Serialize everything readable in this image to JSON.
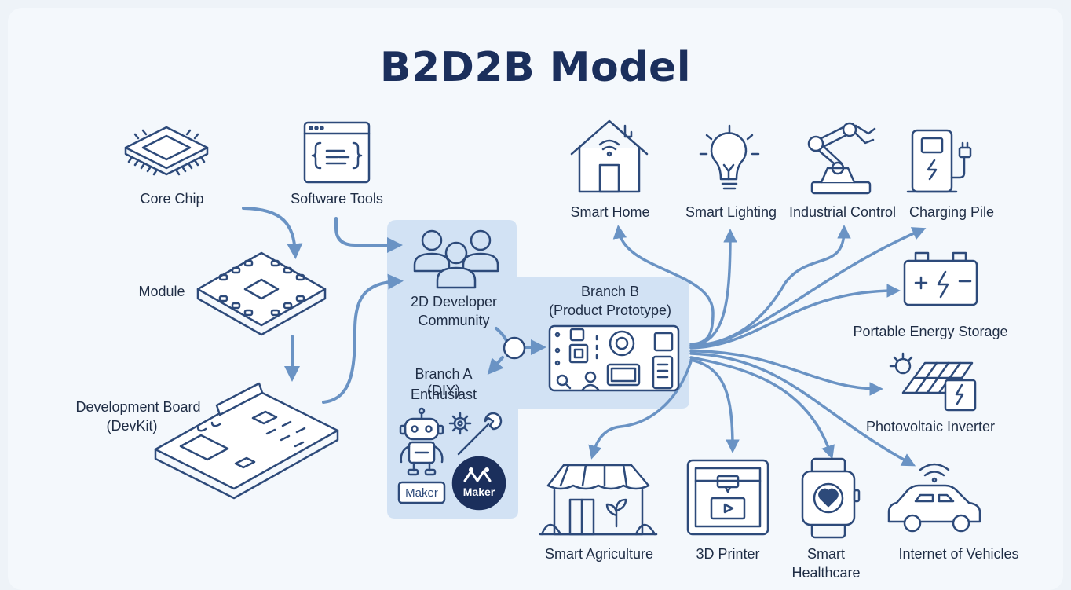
{
  "title": "B2D2B Model",
  "supply_chain": {
    "core_chip": "Core Chip",
    "software_tools": "Software Tools",
    "module": "Module",
    "dev_board_line1": "Development Board",
    "dev_board_line2": "(DevKit)"
  },
  "community": {
    "line1": "2D Developer",
    "line2": "Community"
  },
  "branch_a": {
    "line1": "Branch A",
    "line2": "Enthusiast",
    "line2_overlap": "(DIY)",
    "badge_outline": "Maker",
    "badge_filled": "Maker"
  },
  "branch_b": {
    "line1": "Branch B",
    "line2": "(Product Prototype)"
  },
  "applications": {
    "smart_home": "Smart Home",
    "smart_lighting": "Smart Lighting",
    "industrial_control": "Industrial Control",
    "charging_pile": "Charging Pile",
    "portable_energy_storage": "Portable Energy Storage",
    "photovoltaic_inverter": "Photovoltaic Inverter",
    "internet_of_vehicles": "Internet of Vehicles",
    "smart_healthcare_line1": "Smart",
    "smart_healthcare_line2": "Healthcare",
    "printer_3d": "3D Printer",
    "smart_agriculture": "Smart Agriculture"
  },
  "colors": {
    "title": "#1b2f5c",
    "arrow": "#6a93c4",
    "icon_stroke": "#2d4a7a",
    "panel": "#d2e2f4",
    "background": "#f4f8fc"
  }
}
